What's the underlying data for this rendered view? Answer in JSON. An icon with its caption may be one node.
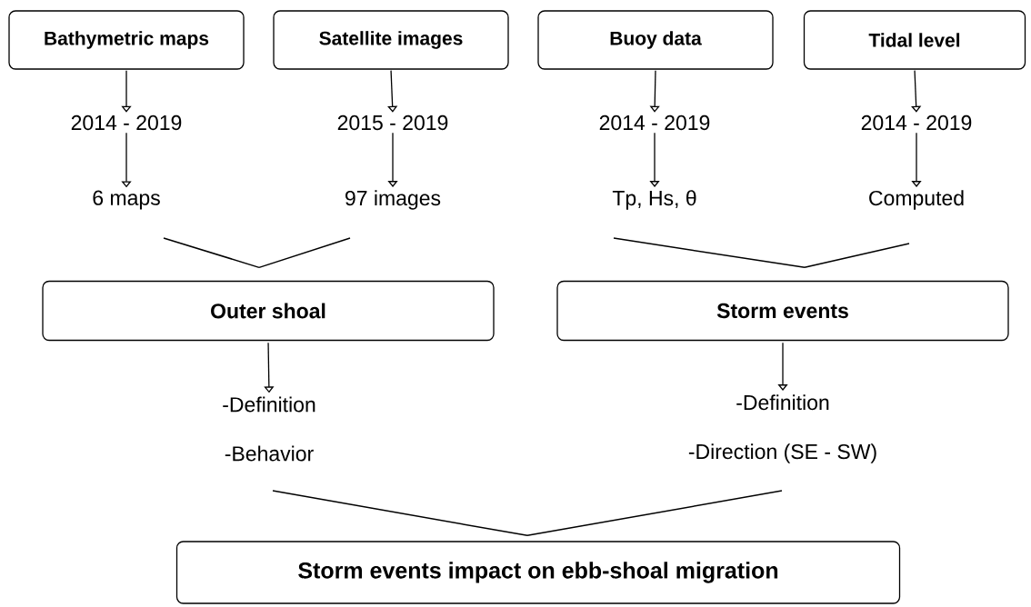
{
  "diagram": {
    "nodes": [
      {
        "text": [
          "Bathymetric maps"
        ]
      },
      {
        "text": [
          "Satellite images"
        ]
      },
      {
        "text": [
          "Buoy data"
        ]
      },
      {
        "text": [
          "Tidal level"
        ]
      },
      {
        "text": [
          "2014 - 2019"
        ]
      },
      {
        "text": [
          "2015 - 2019"
        ]
      },
      {
        "text": [
          "2014 - 2019"
        ]
      },
      {
        "text": [
          "2014 - 2019"
        ]
      },
      {
        "text": [
          "6 maps"
        ]
      },
      {
        "text": [
          "97 images"
        ]
      },
      {
        "text": [
          "Tp, Hs, θ"
        ]
      },
      {
        "text": [
          "Computed"
        ]
      },
      {
        "text": [
          "Outer shoal"
        ]
      },
      {
        "text": [
          "Storm events"
        ]
      },
      {
        "text": [
          "-Definition",
          "-Behavior"
        ]
      },
      {
        "text": [
          "-Definition",
          "-Direction (SE - SW)"
        ]
      },
      {
        "text": [
          "Storm events impact on ebb-shoal migration"
        ]
      }
    ],
    "edges": [
      {
        "from": 0,
        "to": 4,
        "arrow": "to"
      },
      {
        "from": 4,
        "to": 8,
        "arrow": "to"
      },
      {
        "from": 1,
        "to": 5,
        "arrow": "to"
      },
      {
        "from": 5,
        "to": 9,
        "arrow": "to"
      },
      {
        "from": 2,
        "to": 6,
        "arrow": "to"
      },
      {
        "from": 6,
        "to": 10,
        "arrow": "to"
      },
      {
        "from": 3,
        "to": 7,
        "arrow": "to"
      },
      {
        "from": 7,
        "to": 11,
        "arrow": "to"
      },
      {
        "from": 8,
        "to": 12,
        "arrow": "none"
      },
      {
        "from": 9,
        "to": 12,
        "arrow": "none"
      },
      {
        "from": 10,
        "to": 13,
        "arrow": "none"
      },
      {
        "from": 11,
        "to": 13,
        "arrow": "none"
      },
      {
        "from": 12,
        "to": 14,
        "arrow": "to"
      },
      {
        "from": 13,
        "to": 15,
        "arrow": "to"
      },
      {
        "from": 14,
        "to": 16,
        "arrow": "none"
      },
      {
        "from": 15,
        "to": 16,
        "arrow": "none"
      }
    ]
  }
}
